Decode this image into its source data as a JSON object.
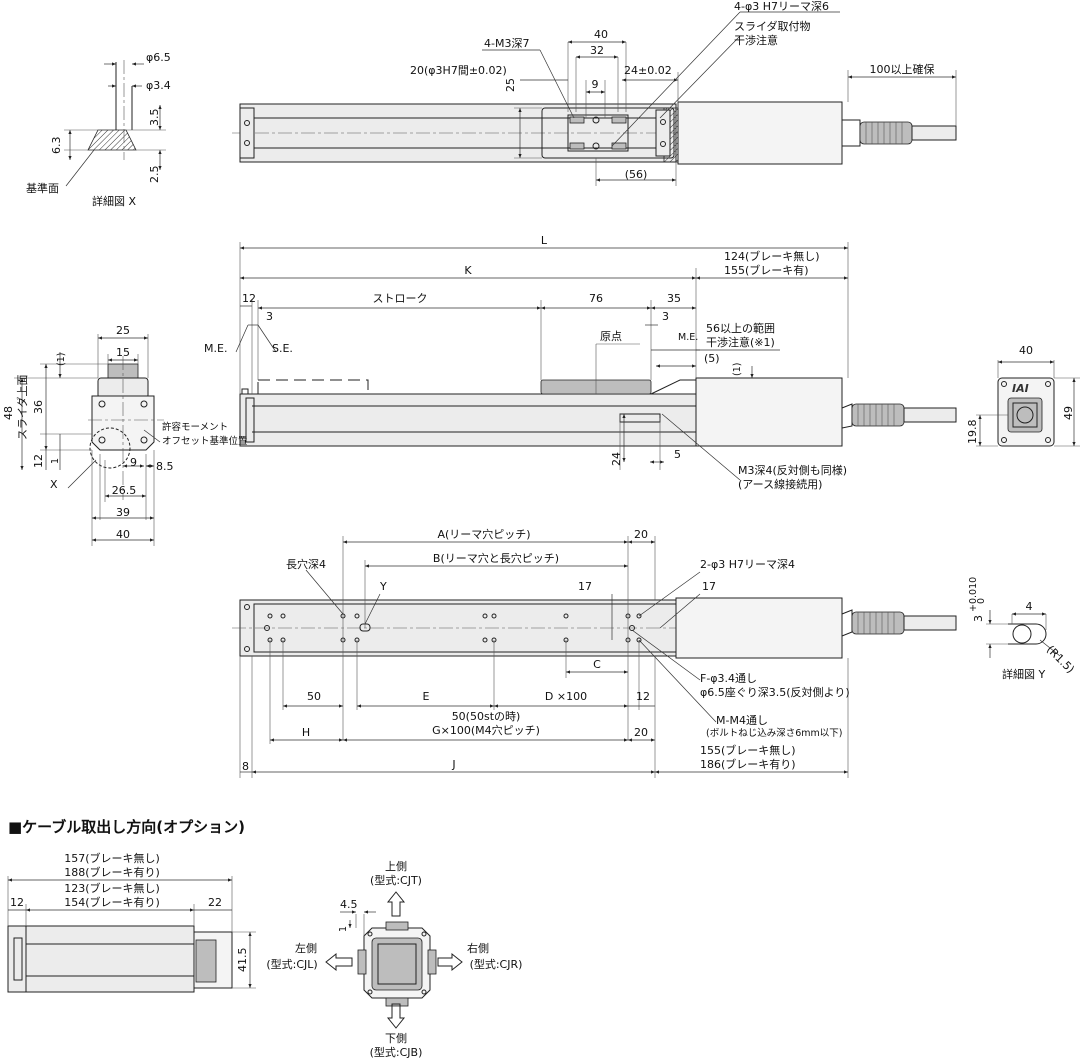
{
  "top_view": {
    "dims": [
      "4-M3深7",
      "40",
      "32",
      "9",
      "24±0.02",
      "20(φ3H7間±0.02)",
      "25",
      "(56)",
      "100以上確保"
    ],
    "callouts": [
      "4-φ3 H7リーマ深6",
      "スライダ取付物",
      "干渉注意"
    ]
  },
  "detail_x": {
    "dims": [
      "φ6.5",
      "φ3.4",
      "3.5",
      "6.3",
      "2.5"
    ],
    "labels": [
      "基準面",
      "詳細図 X"
    ]
  },
  "side_view": {
    "dims": [
      "L",
      "K",
      "124(ブレーキ無し)",
      "155(ブレーキ有)",
      "12",
      "ストローク",
      "76",
      "35",
      "3",
      "3",
      "原点",
      "(5)",
      "(1)",
      "24",
      "5"
    ],
    "labels": [
      "M.E.",
      "S.E.",
      "M.E.",
      "56以上の範囲",
      "干渉注意(※1)",
      "M3深4(反対側も同様)",
      "(アース線接続用)"
    ]
  },
  "end_view_left": {
    "dims": [
      "25",
      "15",
      "(1)",
      "48",
      "スライダ上面",
      "36",
      "12",
      "1",
      "9",
      "8.5",
      "26.5",
      "39",
      "40",
      "X"
    ],
    "labels": [
      "許容モーメント",
      "オフセット基準位置"
    ]
  },
  "end_view_right": {
    "dims": [
      "40",
      "49",
      "19.8"
    ],
    "brand": "IAI"
  },
  "bottom_view": {
    "dims": [
      "A(リーマ穴ピッチ)",
      "20",
      "B(リーマ穴と長穴ピッチ)",
      "17",
      "17",
      "C",
      "50",
      "E",
      "D ×100",
      "12",
      "50(50stの時)",
      "G×100(M4穴ピッチ)",
      "H",
      "20",
      "8",
      "J",
      "155(ブレーキ無し)",
      "186(ブレーキ有り)"
    ],
    "labels": [
      "長穴深4",
      "Y",
      "2-φ3 H7リーマ深4",
      "F-φ3.4通し",
      "φ6.5座ぐり深3.5(反対側より)",
      "M-M4通し",
      "(ボルトねじ込み深さ6mm以下)"
    ]
  },
  "detail_y": {
    "dims": [
      "3",
      "+0.010",
      "0",
      "4",
      "(R1.5)"
    ],
    "label": "詳細図 Y"
  },
  "option": {
    "title": "■ケーブル取出し方向(オプション)",
    "dims": [
      "157(ブレーキ無し)",
      "188(ブレーキ有り)",
      "123(ブレーキ無し)",
      "154(ブレーキ有り)",
      "12",
      "22",
      "41.5",
      "4.5",
      "1"
    ],
    "directions": {
      "top": "上側",
      "top_code": "(型式:CJT)",
      "left": "左側",
      "left_code": "(型式:CJL)",
      "right": "右側",
      "right_code": "(型式:CJR)",
      "bottom": "下側",
      "bottom_code": "(型式:CJB)"
    }
  }
}
